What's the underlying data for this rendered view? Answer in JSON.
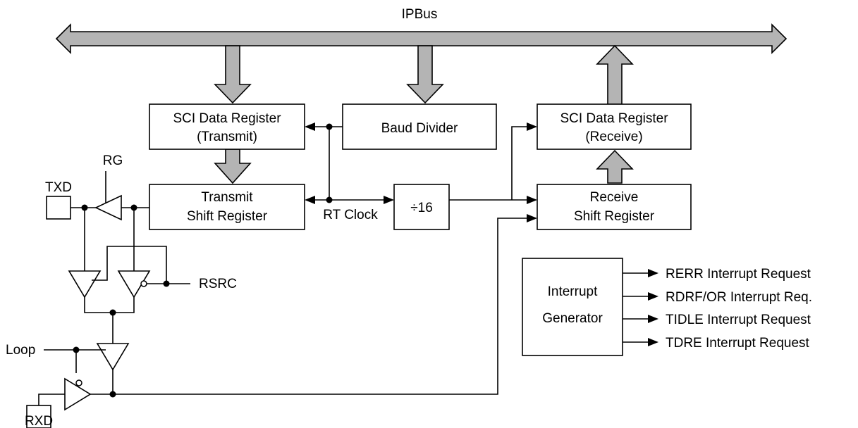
{
  "diagram": {
    "bus_label": "IPBus",
    "blocks": {
      "tx_data_register": [
        "SCI Data Register",
        "(Transmit)"
      ],
      "baud_divider": "Baud Divider",
      "rx_data_register": [
        "SCI Data Register",
        "(Receive)"
      ],
      "tx_shift_register": [
        "Transmit",
        "Shift Register"
      ],
      "divide_by_16": "÷16",
      "rx_shift_register": [
        "Receive",
        "Shift Register"
      ],
      "interrupt_generator": [
        "Interrupt",
        "Generator"
      ]
    },
    "signals": {
      "rt_clock": "RT Clock",
      "rg": "RG",
      "txd": "TXD",
      "rsrc": "RSRC",
      "loop": "Loop",
      "rxd": "RXD"
    },
    "interrupt_requests": [
      "RERR Interrupt Request",
      "RDRF/OR Interrupt Req.",
      "TIDLE Interrupt Request",
      "TDRE Interrupt Request"
    ],
    "colors": {
      "bus_fill": "#b4b4b4",
      "line": "#000000",
      "background": "#ffffff"
    }
  }
}
